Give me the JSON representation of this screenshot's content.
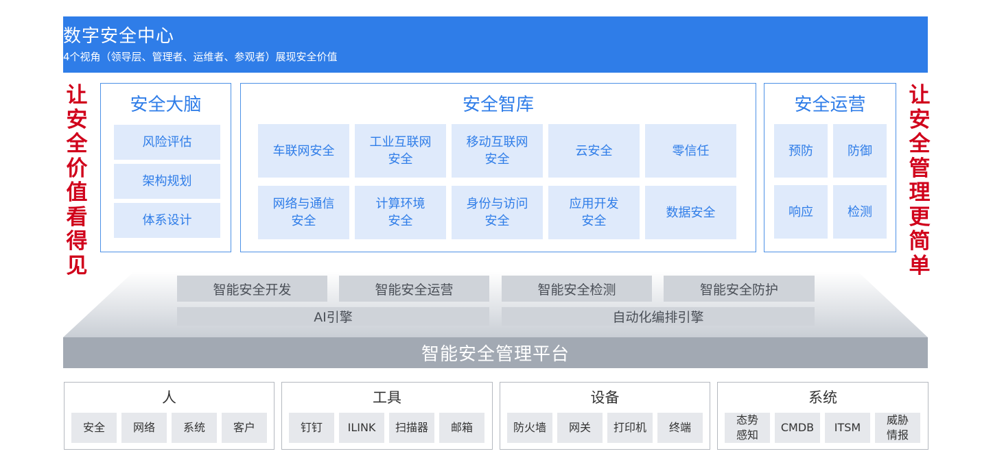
{
  "banner": {
    "title": "数字安全中心",
    "subtitle": "4个视角（领导层、管理者、运维者、参观者）展现安全价值"
  },
  "side_left": [
    "让",
    "安",
    "全",
    "价",
    "值",
    "看",
    "得",
    "见"
  ],
  "side_right": [
    "让",
    "安",
    "全",
    "管",
    "理",
    "更",
    "简",
    "单"
  ],
  "brain": {
    "title": "安全大脑",
    "items": [
      "风险评估",
      "架构规划",
      "体系设计"
    ]
  },
  "library": {
    "title": "安全智库",
    "row1": [
      {
        "l1": "车联网安全",
        "l2": ""
      },
      {
        "l1": "工业互联网",
        "l2": "安全"
      },
      {
        "l1": "移动互联网",
        "l2": "安全"
      },
      {
        "l1": "云安全",
        "l2": ""
      },
      {
        "l1": "零信任",
        "l2": ""
      }
    ],
    "row2": [
      {
        "l1": "网络与通信",
        "l2": "安全"
      },
      {
        "l1": "计算环境",
        "l2": "安全"
      },
      {
        "l1": "身份与访问",
        "l2": "安全"
      },
      {
        "l1": "应用开发",
        "l2": "安全"
      },
      {
        "l1": "数据安全",
        "l2": ""
      }
    ]
  },
  "operations": {
    "title": "安全运营",
    "items": [
      "预防",
      "防御",
      "响应",
      "检测"
    ]
  },
  "platform": {
    "capabilities": [
      "智能安全开发",
      "智能安全运营",
      "智能安全检测",
      "智能安全防护"
    ],
    "engines": [
      "AI引擎",
      "自动化编排引擎"
    ],
    "name": "智能安全管理平台"
  },
  "groups": [
    {
      "title": "人",
      "items": [
        {
          "l1": "安全",
          "l2": ""
        },
        {
          "l1": "网络",
          "l2": ""
        },
        {
          "l1": "系统",
          "l2": ""
        },
        {
          "l1": "客户",
          "l2": ""
        }
      ]
    },
    {
      "title": "工具",
      "items": [
        {
          "l1": "钉钉",
          "l2": ""
        },
        {
          "l1": "ILINK",
          "l2": ""
        },
        {
          "l1": "扫描器",
          "l2": ""
        },
        {
          "l1": "邮箱",
          "l2": ""
        }
      ]
    },
    {
      "title": "设备",
      "items": [
        {
          "l1": "防火墙",
          "l2": ""
        },
        {
          "l1": "网关",
          "l2": ""
        },
        {
          "l1": "打印机",
          "l2": ""
        },
        {
          "l1": "终端",
          "l2": ""
        }
      ]
    },
    {
      "title": "系统",
      "items": [
        {
          "l1": "态势",
          "l2": "感知"
        },
        {
          "l1": "CMDB",
          "l2": ""
        },
        {
          "l1": "ITSM",
          "l2": ""
        },
        {
          "l1": "威胁",
          "l2": "情报"
        }
      ]
    }
  ],
  "colors": {
    "brand_blue": "#2f7de8",
    "cell_blue": "#dfeafb",
    "slogan_red": "#d0021b",
    "platform_gray": "#a2a9b3"
  }
}
